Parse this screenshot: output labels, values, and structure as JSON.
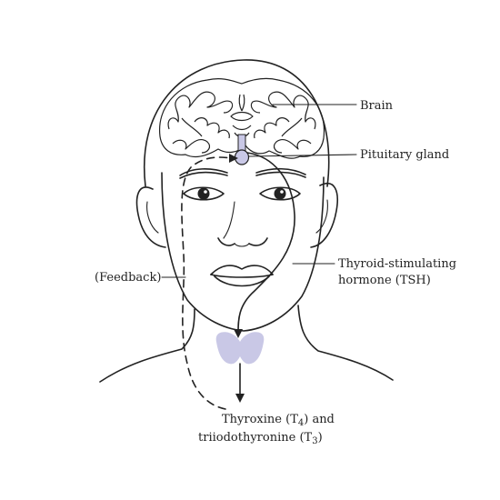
{
  "labels": {
    "brain": "Brain",
    "pituitary": "Pituitary gland",
    "tsh_line1": "Thyroid-stimulating",
    "tsh_line2": "hormone (TSH)",
    "feedback": "(Feedback)",
    "t4_prefix": "Thyroxine (T",
    "t4_sub": "4",
    "t4_suffix": ") and",
    "t3_prefix": "triiodothyronine (T",
    "t3_sub": "3",
    "t3_suffix": ")"
  },
  "colors": {
    "gland_fill": "#c9c8e6",
    "ink": "#222222"
  }
}
